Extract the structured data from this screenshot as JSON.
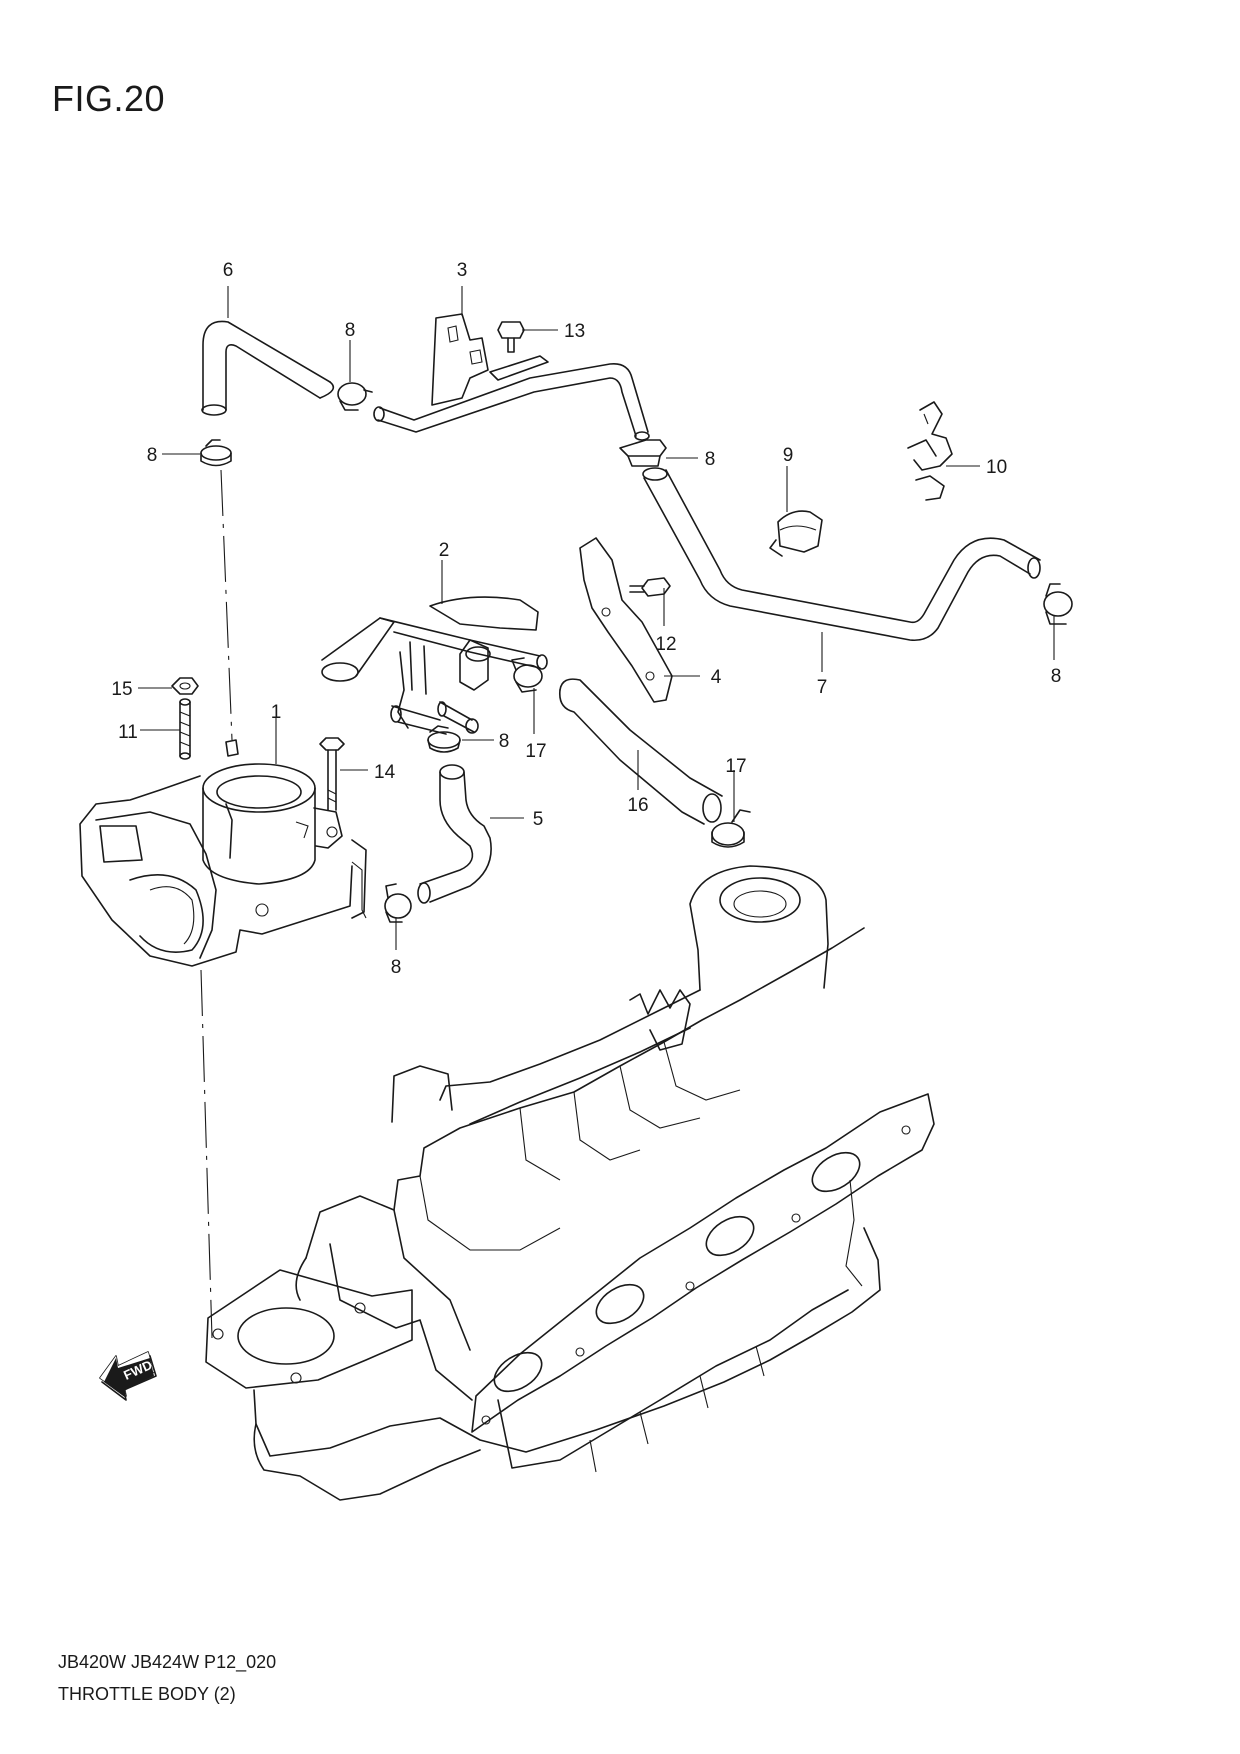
{
  "figure": {
    "title": "FIG.20"
  },
  "footer": {
    "model_code": "JB420W JB424W P12_020",
    "section_name": "THROTTLE BODY (2)"
  },
  "fwd_label": "FWD",
  "callouts": [
    {
      "id": "c6",
      "text": "6"
    },
    {
      "id": "c3",
      "text": "3"
    },
    {
      "id": "c13",
      "text": "13"
    },
    {
      "id": "c8a",
      "text": "8"
    },
    {
      "id": "c8b",
      "text": "8"
    },
    {
      "id": "c8c",
      "text": "8"
    },
    {
      "id": "c9",
      "text": "9"
    },
    {
      "id": "c10",
      "text": "10"
    },
    {
      "id": "c2",
      "text": "2"
    },
    {
      "id": "c12",
      "text": "12"
    },
    {
      "id": "c4",
      "text": "4"
    },
    {
      "id": "c7",
      "text": "7"
    },
    {
      "id": "c8d",
      "text": "8"
    },
    {
      "id": "c15",
      "text": "15"
    },
    {
      "id": "c1",
      "text": "1"
    },
    {
      "id": "c11",
      "text": "11"
    },
    {
      "id": "c14",
      "text": "14"
    },
    {
      "id": "c8e",
      "text": "8"
    },
    {
      "id": "c17a",
      "text": "17"
    },
    {
      "id": "c16",
      "text": "16"
    },
    {
      "id": "c17b",
      "text": "17"
    },
    {
      "id": "c5",
      "text": "5"
    },
    {
      "id": "c8f",
      "text": "8"
    }
  ]
}
